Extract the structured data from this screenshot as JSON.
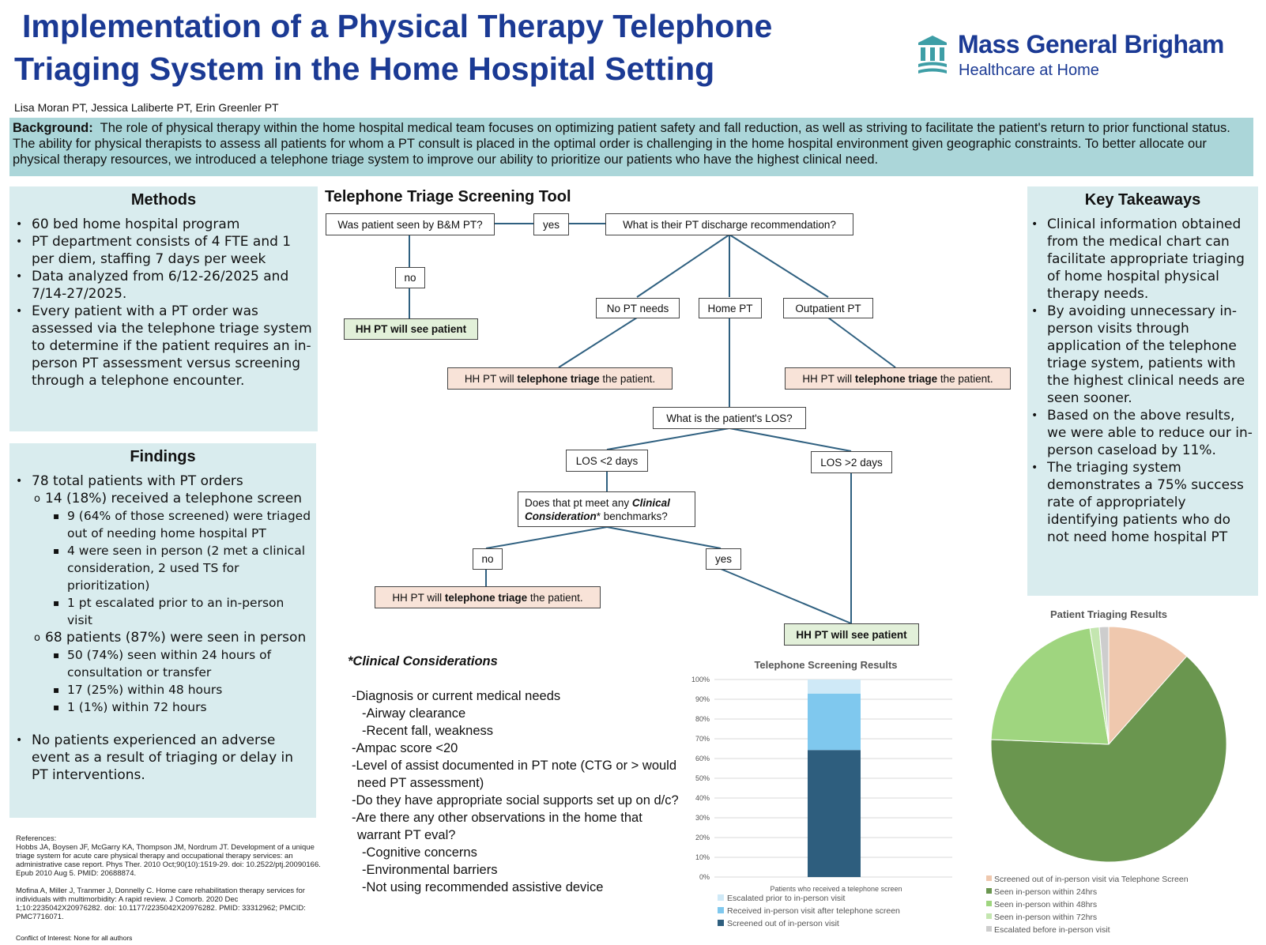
{
  "header": {
    "title_line1": "Implementation of a Physical Therapy Telephone",
    "title_line2": "Triaging System in the Home Hospital Setting",
    "logo_name": "Mass General Brigham",
    "logo_sub": "Healthcare at Home",
    "authors": "Lisa Moran PT, Jessica Laliberte PT, Erin Greenler PT"
  },
  "colors": {
    "title_blue": "#1b3a94",
    "logo_teal": "#3e9ea6",
    "background_band": "#abd6d9",
    "panel_bg": "#d9ecee",
    "flow_line": "#2f6080",
    "node_green": "#e2f0d9",
    "node_peach": "#f8e3d8"
  },
  "background": {
    "label": "Background:",
    "text": "The role of physical therapy within the home hospital medical team focuses on optimizing patient safety and fall reduction, as well as striving to facilitate the patient's return to prior functional status. The ability for physical therapists to assess all patients for whom a PT consult is placed in the optimal order is challenging in the home hospital environment given geographic constraints. To better allocate our physical therapy resources, we introduced a telephone triage system to improve our ability to prioritize our patients who have the highest clinical need."
  },
  "methods": {
    "title": "Methods",
    "items": [
      "60 bed home hospital program",
      "PT department consists of 4 FTE and 1 per diem, staffing 7 days per week",
      "Data analyzed from 6/12-26/2025 and 7/14-27/2025.",
      "Every patient with a PT order was assessed via the telephone triage system to determine if the patient requires an in-person PT assessment versus screening through a telephone encounter."
    ]
  },
  "findings": {
    "title": "Findings",
    "items": [
      "78 total patients with PT orders",
      "14 (18%) received a telephone screen",
      "9 (64% of those screened) were triaged out of needing home hospital PT",
      "4 were seen in person (2 met a clinical consideration, 2 used TS for prioritization)",
      "1 pt escalated prior to an in-person visit",
      "68 patients (87%) were seen in person",
      "50 (74%) seen within 24 hours of consultation or transfer",
      "17 (25%) within 48 hours",
      "1 (1%) within 72 hours",
      "No patients experienced an adverse event as a result of triaging or delay in PT interventions."
    ]
  },
  "takeaways": {
    "title": "Key Takeaways",
    "items": [
      "Clinical information obtained from the medical chart can facilitate appropriate triaging of home hospital physical therapy needs.",
      "By avoiding unnecessary in-person visits through application of the telephone triage system, patients with the highest clinical needs are seen sooner.",
      "Based on the above results, we were able to reduce our in-person caseload by 11%.",
      "The triaging system demonstrates a 75% success rate of appropriately identifying patients who do not need home hospital PT"
    ]
  },
  "flowchart": {
    "title": "Telephone Triage Screening Tool",
    "q1": "Was patient seen by B&M PT?",
    "yes1": "yes",
    "no1": "no",
    "see1": "HH PT will see patient",
    "q2": "What is their PT discharge recommendation?",
    "opt_none": "No PT needs",
    "opt_home": "Home PT",
    "opt_outpatient": "Outpatient PT",
    "triage_prefix": "HH PT will ",
    "triage_bold": "telephone triage",
    "triage_suffix": " the patient.",
    "q3": "What is the patient's LOS?",
    "los_short": "LOS <2 days",
    "los_long": "LOS >2 days",
    "q4_prefix": "Does that pt meet any ",
    "q4_bold_1": "Clinical",
    "q4_bold_2": "Consideration",
    "q4_suffix": "* benchmarks?",
    "no2": "no",
    "yes2": "yes",
    "see2": "HH PT will see patient"
  },
  "clinical_considerations": {
    "title": "*Clinical Considerations",
    "lines": [
      {
        "level": 1,
        "text": "-Diagnosis or current medical needs"
      },
      {
        "level": 2,
        "text": "-Airway clearance"
      },
      {
        "level": 2,
        "text": "-Recent fall, weakness"
      },
      {
        "level": 1,
        "text": "-Ampac score <20"
      },
      {
        "level": 1,
        "text": "-Level of assist documented in PT note (CTG or > would need PT assessment)"
      },
      {
        "level": 1,
        "text": "-Do they have appropriate social supports set up on d/c?"
      },
      {
        "level": 1,
        "text": "-Are there any other observations in the home that warrant PT eval?"
      },
      {
        "level": 2,
        "text": "-Cognitive concerns"
      },
      {
        "level": 2,
        "text": "-Environmental barriers"
      },
      {
        "level": 2,
        "text": "-Not using recommended assistive device"
      }
    ]
  },
  "references": {
    "label": "References:",
    "items": [
      "Hobbs JA, Boysen JF, McGarry KA, Thompson JM, Nordrum JT. Development of a unique triage system for acute care physical therapy and occupational therapy services: an administrative case report. Phys Ther. 2010 Oct;90(10):1519-29. doi: 10.2522/ptj.20090166. Epub 2010 Aug 5. PMID: 20688874.",
      "Mofina A, Miller J, Tranmer J, Donnelly C. Home care rehabilitation therapy services for individuals with multimorbidity: A rapid review. J Comorb. 2020 Dec 1;10:2235042X20976282. doi: 10.1177/2235042X20976282. PMID: 33312962; PMCID: PMC7716071."
    ],
    "conflict": "Conflict of Interest: None for all authors"
  },
  "chart_data": [
    {
      "type": "bar",
      "stacked": true,
      "title": "Telephone Screening Results",
      "categories": [
        "Patients who received a telephone screen"
      ],
      "ylim": [
        0,
        100
      ],
      "yticks": [
        "0%",
        "10%",
        "20%",
        "30%",
        "40%",
        "50%",
        "60%",
        "70%",
        "80%",
        "90%",
        "100%"
      ],
      "grid": true,
      "legend_position": "bottom",
      "series": [
        {
          "name": "Screened out of in-person visit",
          "values": [
            64.3
          ],
          "color": "#2e5e7e"
        },
        {
          "name": "Received in-person visit after telephone screen",
          "values": [
            28.6
          ],
          "color": "#7fc8ee"
        },
        {
          "name": "Escalated prior to in-person visit",
          "values": [
            7.1
          ],
          "color": "#cfe9f7"
        }
      ],
      "legend_order": [
        "Escalated prior to in-person visit",
        "Received in-person visit after telephone screen",
        "Screened out of in-person visit"
      ]
    },
    {
      "type": "pie",
      "title": "Patient Triaging Results",
      "legend_position": "bottom",
      "slices": [
        {
          "label": "Screened out of in-person visit via Telephone Screen",
          "value": 9,
          "color": "#efc8ae"
        },
        {
          "label": "Seen in-person within 24hrs",
          "value": 50,
          "color": "#6a964f"
        },
        {
          "label": "Seen in-person within 48hrs",
          "value": 17,
          "color": "#9fd57f"
        },
        {
          "label": "Seen in-person within 72hrs",
          "value": 1,
          "color": "#c4e6b0"
        },
        {
          "label": "Escalated before in-person visit",
          "value": 1,
          "color": "#cdcdcd"
        }
      ]
    }
  ]
}
